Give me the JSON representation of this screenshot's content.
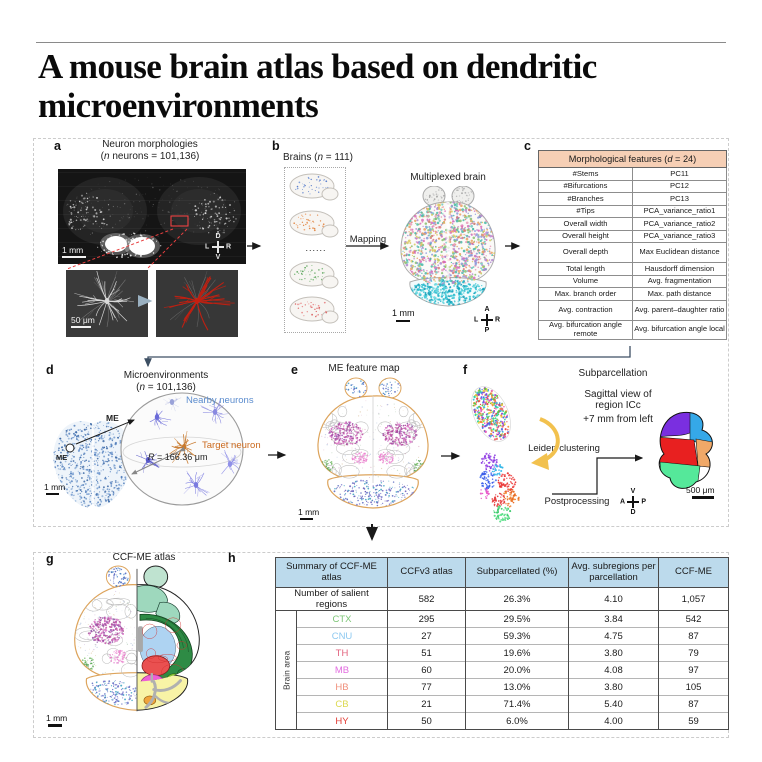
{
  "title": {
    "line1": "A mouse brain atlas based on dendritic",
    "line2": "microenvironments"
  },
  "colors": {
    "c_header_bg": "#f6cfb5",
    "h_header_bg": "#bcdaec",
    "nearby_label": "#5b8cce",
    "target_label": "#cb6a1e"
  },
  "panels": {
    "a": {
      "label": "a",
      "title": "Neuron morphologies",
      "sub_pre": "(",
      "sub_sym": "n",
      "sub_post": " neurons = 101,136)",
      "scale_main": "1 mm",
      "scale_inset": "50 μm",
      "compass": {
        "top": "D",
        "bottom": "V",
        "left": "L",
        "right": "R"
      }
    },
    "b": {
      "label": "b",
      "title_pre": "Brains (",
      "title_sym": "n",
      "title_post": " = 111)",
      "ellipsis": "......",
      "mapping_label": "Mapping",
      "multiplexed_title": "Multiplexed brain",
      "scale": "1 mm",
      "compass": {
        "top": "A",
        "bottom": "P",
        "left": "L",
        "right": "R"
      }
    },
    "c": {
      "label": "c",
      "header_pre": "Morphological features (",
      "header_sym": "d",
      "header_post": " = 24)",
      "rows": [
        [
          "#Stems",
          "PC11"
        ],
        [
          "#Bifurcations",
          "PC12"
        ],
        [
          "#Branches",
          "PC13"
        ],
        [
          "#Tips",
          "PCA_variance_ratio1"
        ],
        [
          "Overall width",
          "PCA_variance_ratio2"
        ],
        [
          "Overall height",
          "PCA_variance_ratio3"
        ],
        [
          "Overall depth",
          "Max Euclidean distance"
        ],
        [
          "Total length",
          "Hausdorff dimension"
        ],
        [
          "Volume",
          "Avg. fragmentation"
        ],
        [
          "Max. branch order",
          "Max. path distance"
        ],
        [
          "Avg. contraction",
          "Avg. parent–daughter ratio"
        ],
        [
          "Avg. bifurcation angle remote",
          "Avg. bifurcation angle local"
        ]
      ]
    },
    "d": {
      "label": "d",
      "title": "Microenvironments",
      "sub_pre": "(",
      "sub_sym": "n",
      "sub_post": " = 101,136)",
      "me_point_label": "ME",
      "me_arrow_label": "ME",
      "nearby_label": "Nearby neurons",
      "target_label": "Target neuron",
      "radius_sym": "R",
      "radius_post": " = 166.36 μm",
      "scale": "1 mm"
    },
    "e": {
      "label": "e",
      "title": "ME feature map",
      "scale": "1 mm"
    },
    "f": {
      "label": "f",
      "title": "Subparcellation",
      "view_line1": "Sagittal view of",
      "view_line2": "region ICc",
      "offset": "+7 mm from left",
      "leiden_label": "Leiden clustering",
      "post_label": "Postprocessing",
      "scale": "500 μm",
      "compass": {
        "top": "V",
        "bottom": "D",
        "left": "A",
        "right": "P"
      }
    },
    "g": {
      "label": "g",
      "title": "CCF-ME atlas",
      "scale": "1 mm"
    },
    "h": {
      "label": "h",
      "group_label": "Brain area",
      "columns": [
        "Summary of CCF-ME atlas",
        "CCFv3 atlas",
        "Subparcellated (%)",
        "Avg. subregions per parcellation",
        "CCF-ME"
      ],
      "summary_row": {
        "label": "Number of salient regions",
        "values": [
          "582",
          "26.3%",
          "4.10",
          "1,057"
        ]
      },
      "area_rows": [
        {
          "area": "CTX",
          "color": "#7cc576",
          "values": [
            "295",
            "29.5%",
            "3.84",
            "542"
          ]
        },
        {
          "area": "CNU",
          "color": "#8ec9f0",
          "values": [
            "27",
            "59.3%",
            "4.75",
            "87"
          ]
        },
        {
          "area": "TH",
          "color": "#e2637e",
          "values": [
            "51",
            "19.6%",
            "3.80",
            "79"
          ]
        },
        {
          "area": "MB",
          "color": "#e36ce0",
          "values": [
            "60",
            "20.0%",
            "4.08",
            "97"
          ]
        },
        {
          "area": "HB",
          "color": "#f0907c",
          "values": [
            "77",
            "13.0%",
            "3.80",
            "105"
          ]
        },
        {
          "area": "CB",
          "color": "#dcd94e",
          "values": [
            "21",
            "71.4%",
            "5.40",
            "87"
          ]
        },
        {
          "area": "HY",
          "color": "#e23b33",
          "values": [
            "50",
            "6.0%",
            "4.00",
            "59"
          ]
        }
      ]
    }
  }
}
